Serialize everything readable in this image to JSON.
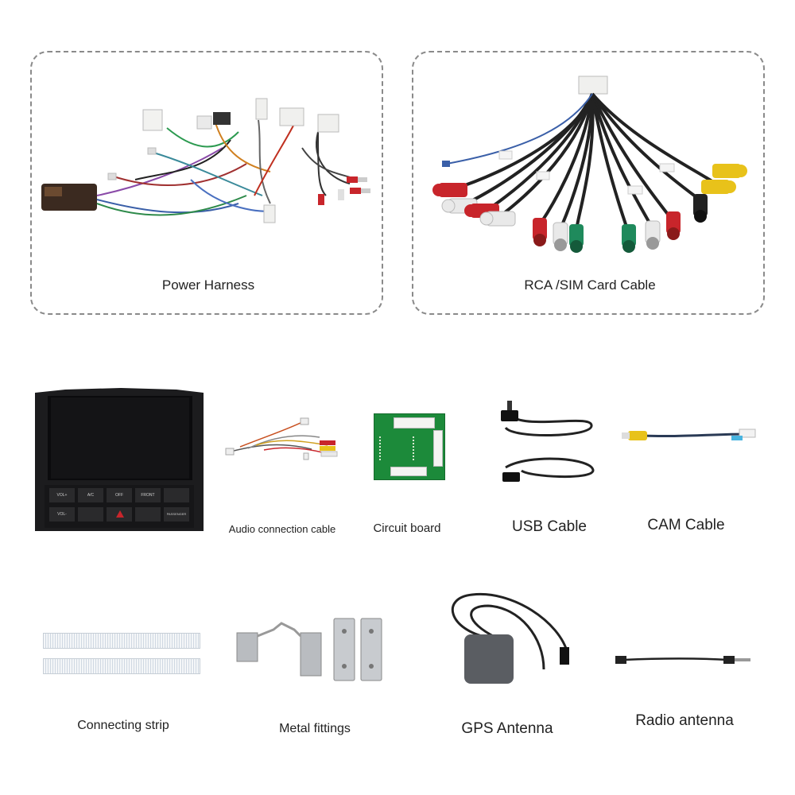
{
  "top_panels": {
    "power_harness": {
      "label": "Power Harness"
    },
    "rca_sim_cable": {
      "label": "RCA /SIM Card Cable"
    }
  },
  "items": {
    "head_unit": {
      "label": ""
    },
    "audio_connection_cable": {
      "label": "Audio connection cable"
    },
    "circuit_board": {
      "label": "Circuit board"
    },
    "usb_cable": {
      "label": "USB Cable"
    },
    "cam_cable": {
      "label": "CAM Cable"
    },
    "connecting_strip": {
      "label": "Connecting strip"
    },
    "metal_fittings": {
      "label": "Metal fittings"
    },
    "gps_antenna": {
      "label": "GPS Antenna"
    },
    "radio_antenna": {
      "label": "Radio antenna"
    }
  },
  "head_unit_buttons": {
    "row1": [
      "VOL+",
      "A/C",
      "OFF",
      "FRONT",
      ""
    ],
    "row2": [
      "VOL-",
      "",
      "",
      "",
      "PASSENGER"
    ]
  },
  "colors": {
    "rca_red": "#c8252b",
    "rca_white": "#e9e9e9",
    "rca_yellow": "#e8c21a",
    "rca_green": "#1f8a5c",
    "rca_black": "#222222",
    "pcb_green": "#1c8a3a",
    "box_border": "#8a8a8a"
  }
}
